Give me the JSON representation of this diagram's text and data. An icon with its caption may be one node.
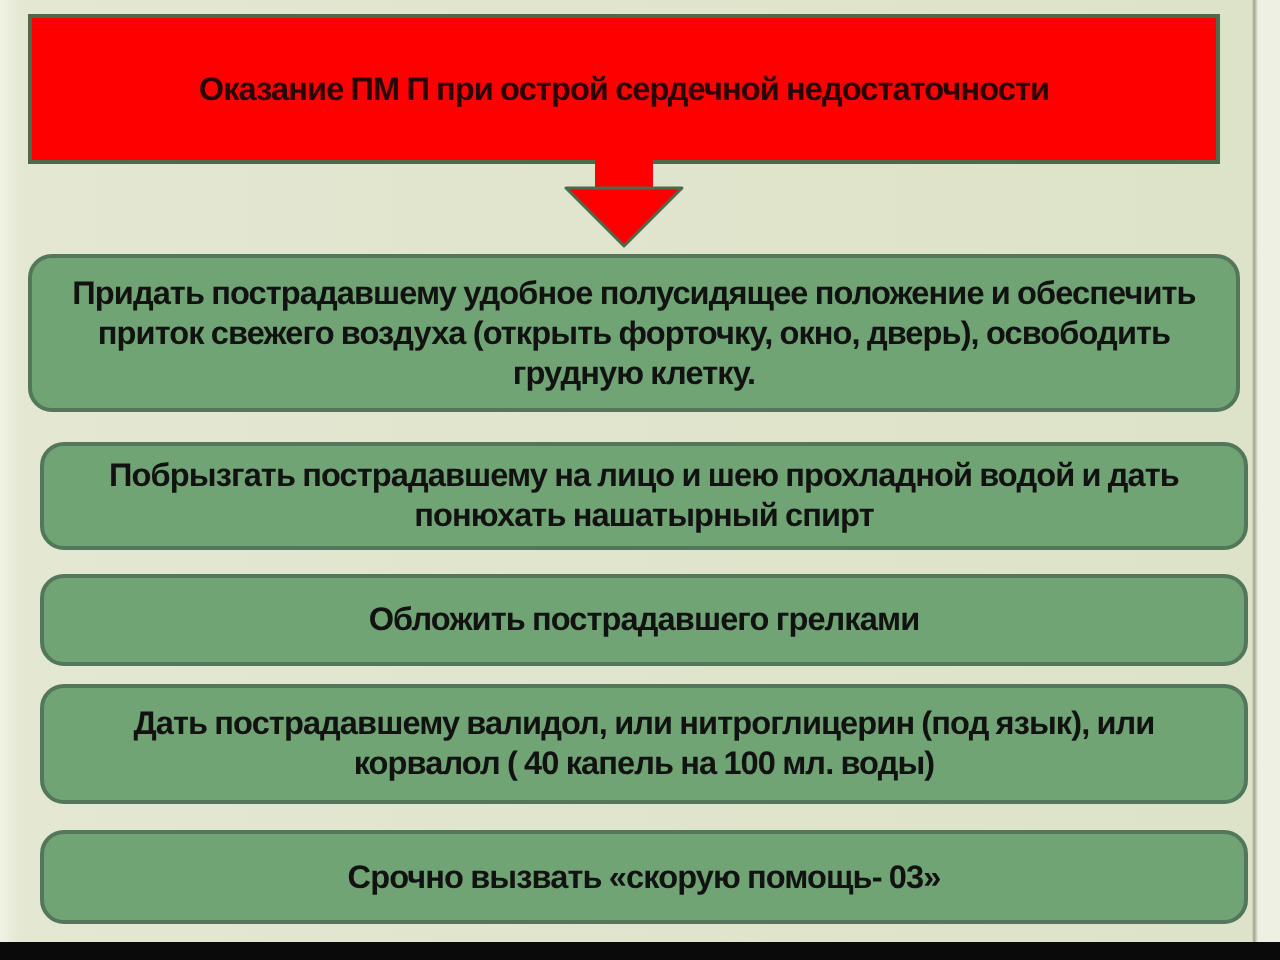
{
  "diagram": {
    "nodes": [
      {
        "text": [
          "Оказание ПМ П при острой сердечной недостаточности"
        ]
      },
      {
        "text": [
          "Придать пострадавшему удобное полусидящее положение и обеспечить приток свежего воздуха (открыть форточку, окно, дверь), освободить грудную клетку."
        ]
      },
      {
        "text": [
          "Побрызгать пострадавшему на лицо и шею прохладной водой и дать понюхать нашатырный спирт"
        ]
      },
      {
        "text": [
          "Обложить пострадавшего грелками"
        ]
      },
      {
        "text": [
          "Дать пострадавшему валидол, или нитроглицерин (под язык), или корвалол ( 40 капель на 100 мл. воды)"
        ]
      },
      {
        "text": [
          "Срочно вызвать «скорую помощь- 03»"
        ]
      }
    ],
    "edges": [
      {
        "from": 0,
        "to": 1,
        "arrow": "to"
      }
    ]
  }
}
